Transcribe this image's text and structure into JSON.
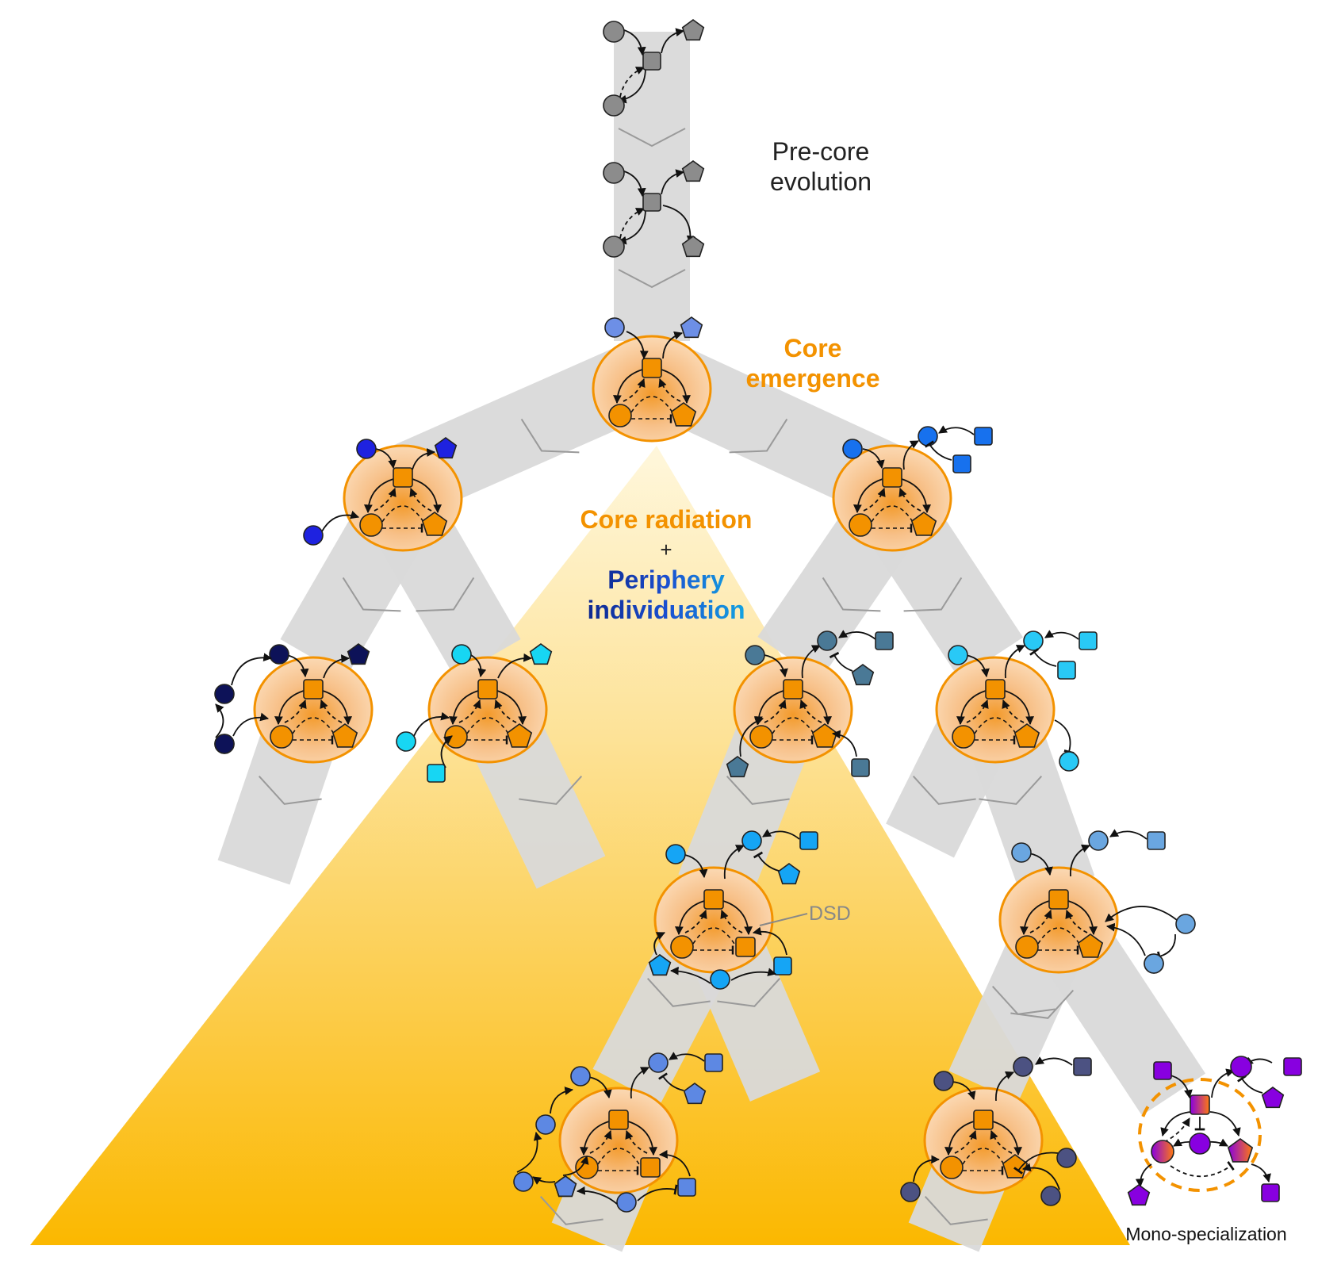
{
  "labels": {
    "pre_core_1": "Pre-core",
    "pre_core_2": "evolution",
    "core_1": "Core",
    "core_2": "emergence",
    "radiation": "Core radiation",
    "plus": "+",
    "periphery_1": "Periphery",
    "periphery_2": "individuation",
    "dsd": "DSD",
    "mono": "Mono-specialization"
  },
  "colors": {
    "core_orange": "#f39200",
    "core_fill": "#f7c690",
    "pre_core_gray": "#8c8c8c",
    "branch_gray": "#dadada",
    "gold": "#fbb800",
    "periphery_dark_navy": "#0d1258",
    "periphery_blue": "#1e22e0",
    "periphery_cyan": "#17d6f3",
    "periphery_steel": "#4a7996",
    "periphery_sky": "#15a5f5",
    "periphery_light": "#6aa6e0",
    "periphery_cornflower": "#5d88e3",
    "periphery_slate": "#4c5282",
    "periphery_purple": "#8800e0"
  }
}
